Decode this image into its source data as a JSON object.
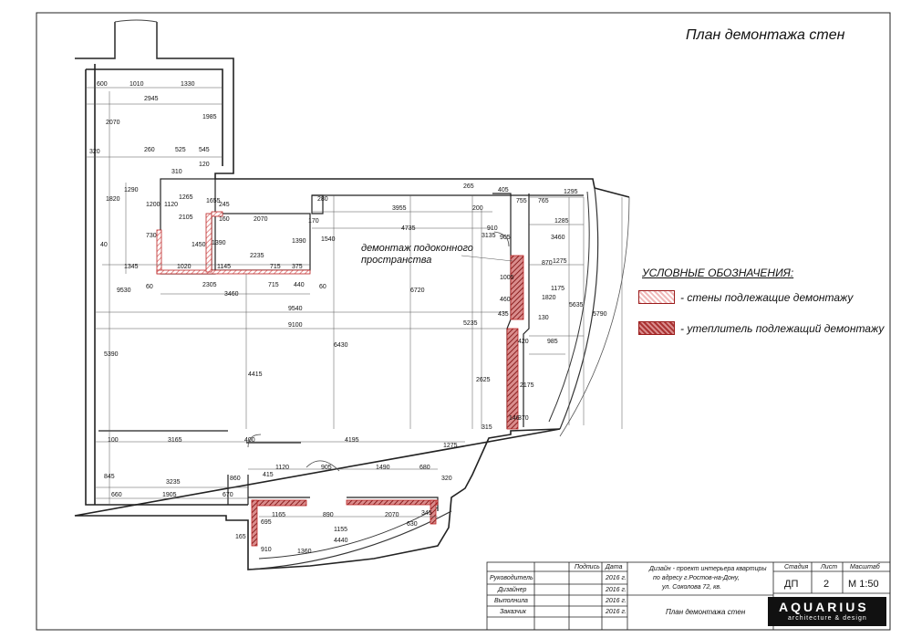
{
  "title": "План демонтажа стен",
  "legend": {
    "heading": "УСЛОВНЫЕ ОБОЗНАЧЕНИЯ:",
    "walls": "- стены подлежащие демонтажу",
    "insulation": "- утеплитель подлежащий демонтажу"
  },
  "note": [
    "демонтаж подоконного",
    "пространства"
  ],
  "dims": [
    "600",
    "1010",
    "1330",
    "2945",
    "2070",
    "1985",
    "320",
    "260",
    "525",
    "545",
    "310",
    "120",
    "1290",
    "1265",
    "245",
    "1655",
    "160",
    "2070",
    "170",
    "1120",
    "2105",
    "1450",
    "1390",
    "1200",
    "730",
    "2235",
    "1390",
    "1345",
    "1020",
    "1145",
    "715",
    "375",
    "2305",
    "715",
    "440",
    "3460",
    "60",
    "60",
    "1820",
    "40",
    "9530",
    "280",
    "3955",
    "200",
    "4735",
    "1540",
    "6720",
    "6430",
    "265",
    "405",
    "765",
    "1295",
    "755",
    "1285",
    "910",
    "905",
    "3135",
    "3460",
    "1275",
    "1005",
    "460",
    "435",
    "870",
    "1820",
    "130",
    "5635",
    "1175",
    "5790",
    "5235",
    "420",
    "985",
    "9540",
    "9100",
    "2625",
    "2175",
    "4415",
    "5390",
    "146",
    "370",
    "315",
    "100",
    "3165",
    "400",
    "4195",
    "1275",
    "845",
    "1120",
    "905",
    "1490",
    "680",
    "3235",
    "860",
    "320",
    "660",
    "1905",
    "670",
    "415",
    "1165",
    "890",
    "2070",
    "630",
    "345",
    "695",
    "1155",
    "165",
    "910",
    "1360",
    "4440"
  ],
  "title_block": {
    "header": [
      "Подпись",
      "Дата",
      "Дизайн - проект интерьера квартиры",
      "Стадия",
      "Лист",
      "Масштаб"
    ],
    "rows": [
      {
        "role": "Руководитель",
        "date": "2016 г."
      },
      {
        "role": "Дизайнер",
        "date": "2016 г."
      },
      {
        "role": "Выполнила",
        "date": "2016 г."
      },
      {
        "role": "Заказчик",
        "date": "2016 г."
      }
    ],
    "address": [
      "Дизайн - проект интерьера квартиры",
      "по адресу г.Ростов-на-Дону,",
      "ул. Соколова 72, кв."
    ],
    "sheet_title": "План демонтажа стен",
    "stage": "ДП",
    "sheet": "2",
    "scale": "М 1:50"
  },
  "logo": {
    "name": "AQUARIUS",
    "sub": "architecture & design"
  }
}
